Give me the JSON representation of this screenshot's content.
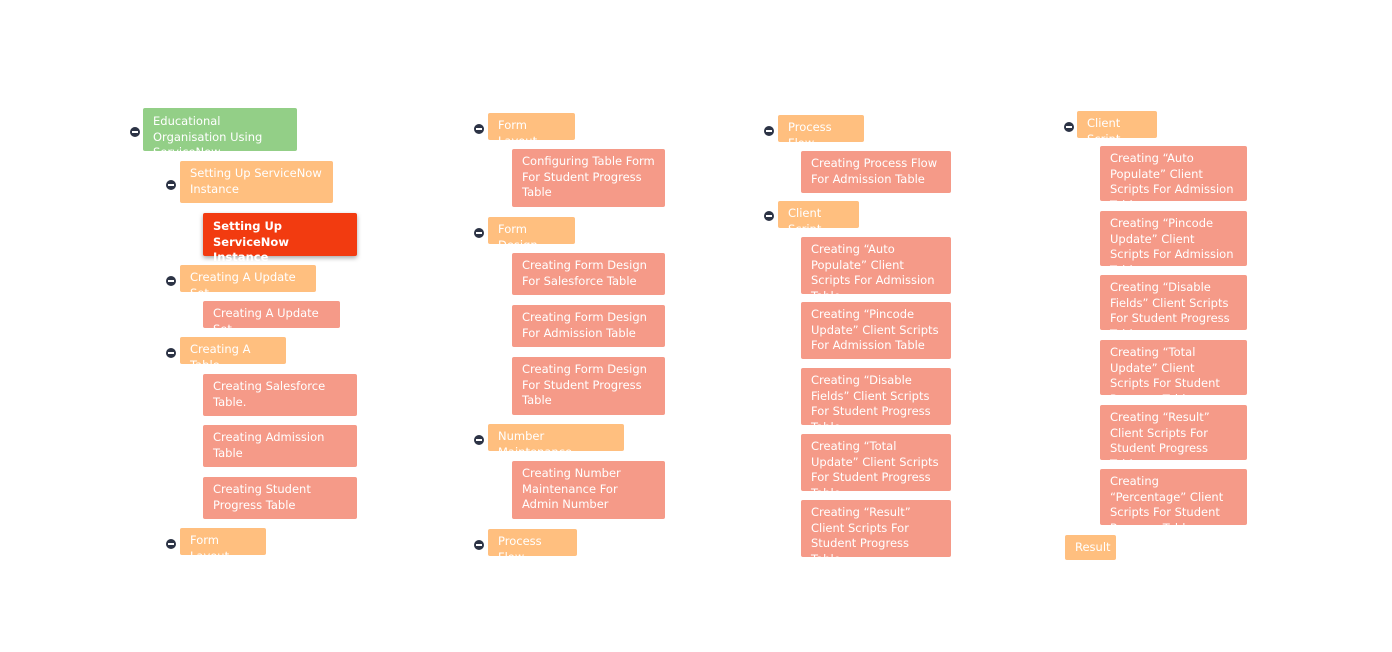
{
  "mindmap": {
    "col1": {
      "root": "Educational Organisation Using ServiceNow",
      "setup_branch": "Setting Up ServiceNow Instance",
      "setup_selected": "Setting Up ServiceNow Instance",
      "updateset_branch": "Creating A Update Set",
      "updateset_leaf": "Creating A Update Set",
      "table_branch": "Creating A Table",
      "table_leaves": [
        "Creating Salesforce Table.",
        "Creating Admission Table",
        "Creating Student Progress Table"
      ],
      "formlayout_branch": "Form Layout"
    },
    "col2": {
      "formlayout_branch": "Form Layout",
      "formlayout_leaf": "Configuring Table Form For Student Progress Table",
      "formdesign_branch": "Form Design",
      "formdesign_leaves": [
        "Creating Form Design For Salesforce Table",
        "Creating Form Design For Admission Table",
        "Creating Form Design For Student Progress Table"
      ],
      "number_branch": "Number Maintenance",
      "number_leaf": "Creating Number Maintenance For Admin Number",
      "processflow_branch": "Process Flow"
    },
    "col3": {
      "processflow_branch": "Process Flow",
      "processflow_leaf": "Creating Process Flow For Admission Table",
      "clientscript_branch": "Client Script",
      "clientscript_leaves": [
        "Creating “Auto Populate” Client Scripts For Admission Table",
        "Creating “Pincode Update” Client Scripts For Admission Table",
        "Creating “Disable Fields” Client Scripts For Student Progress Table",
        "Creating “Total Update” Client Scripts For Student Progress Table",
        "Creating “Result” Client Scripts For Student Progress Table"
      ]
    },
    "col4": {
      "clientscript_branch": "Client Script",
      "clientscript_leaves": [
        "Creating “Auto Populate” Client Scripts For Admission Table",
        "Creating “Pincode Update” Client Scripts For Admission Table",
        "Creating “Disable Fields” Client Scripts For Student Progress Table",
        "Creating “Total Update” Client Scripts For Student Progress Table",
        "Creating “Result” Client Scripts For Student Progress Table",
        "Creating “Percentage” Client Scripts For Student Progress Table"
      ],
      "result_branch": "Result"
    }
  },
  "icons": {
    "collapse": "collapse-minus-icon"
  },
  "colors": {
    "root": "#93cf87",
    "branch": "#ffbf7f",
    "leaf": "#f59a88",
    "selected": "#f23b10",
    "toggle": "#2c3345"
  }
}
